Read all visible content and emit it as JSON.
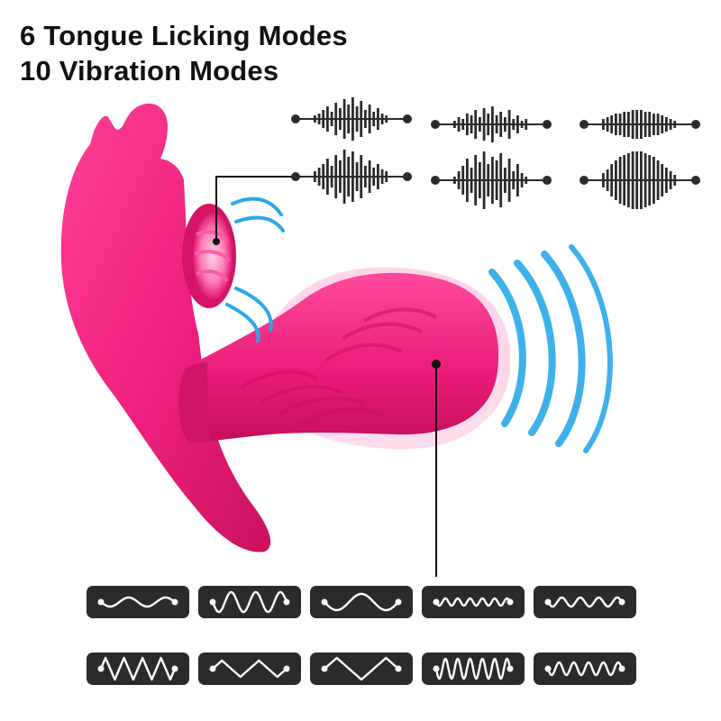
{
  "headline": {
    "line1": "6 Tongue Licking Modes",
    "line2": "10 Vibration Modes"
  },
  "colors": {
    "product_pink": "#ee1f7c",
    "product_shadow": "#c8115f",
    "motion_blue": "#2aa8e8",
    "tile_dark": "#2b2b2b",
    "wave_white": "#ffffff",
    "callout_black": "#111111"
  },
  "licking_modes": [
    {
      "name": "licking-mode-1-icon"
    },
    {
      "name": "licking-mode-2-icon"
    },
    {
      "name": "licking-mode-3-icon"
    },
    {
      "name": "licking-mode-4-icon"
    },
    {
      "name": "licking-mode-5-icon"
    },
    {
      "name": "licking-mode-6-icon"
    }
  ],
  "vibration_modes": [
    {
      "name": "vibration-mode-1-icon",
      "pattern": "gentle-wave"
    },
    {
      "name": "vibration-mode-2-icon",
      "pattern": "tall-wave"
    },
    {
      "name": "vibration-mode-3-icon",
      "pattern": "slow-wave"
    },
    {
      "name": "vibration-mode-4-icon",
      "pattern": "fast-ripple"
    },
    {
      "name": "vibration-mode-5-icon",
      "pattern": "medium-ripple"
    },
    {
      "name": "vibration-mode-6-icon",
      "pattern": "dense-zigzag"
    },
    {
      "name": "vibration-mode-7-icon",
      "pattern": "sharp-zigzag"
    },
    {
      "name": "vibration-mode-8-icon",
      "pattern": "wide-zigzag"
    },
    {
      "name": "vibration-mode-9-icon",
      "pattern": "dense-wave"
    },
    {
      "name": "vibration-mode-10-icon",
      "pattern": "tight-wave"
    }
  ]
}
